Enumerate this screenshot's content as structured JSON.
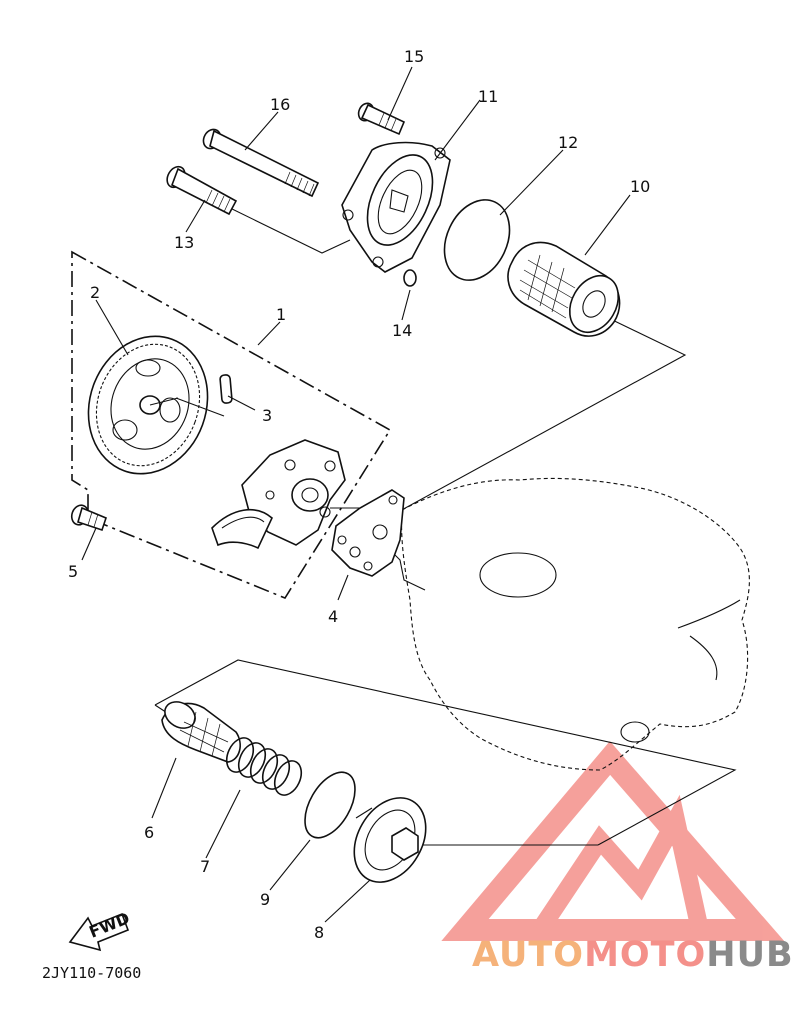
{
  "diagram": {
    "part_code": "2JY110-7060",
    "fwd_label": "FWD",
    "callouts": [
      {
        "id": "1",
        "label": "1"
      },
      {
        "id": "2",
        "label": "2"
      },
      {
        "id": "3",
        "label": "3"
      },
      {
        "id": "4",
        "label": "4"
      },
      {
        "id": "5",
        "label": "5"
      },
      {
        "id": "6",
        "label": "6"
      },
      {
        "id": "7",
        "label": "7"
      },
      {
        "id": "8",
        "label": "8"
      },
      {
        "id": "9",
        "label": "9"
      },
      {
        "id": "10",
        "label": "10"
      },
      {
        "id": "11",
        "label": "11"
      },
      {
        "id": "12",
        "label": "12"
      },
      {
        "id": "13",
        "label": "13"
      },
      {
        "id": "14",
        "label": "14"
      },
      {
        "id": "15",
        "label": "15"
      },
      {
        "id": "16",
        "label": "16"
      }
    ]
  },
  "watermark": {
    "part1": "AUTO",
    "part2": "MOTO",
    "part3": "HUB",
    "color_orange": "#f5b27a",
    "color_red": "#f4908a",
    "color_gray": "#8a8a8a"
  }
}
